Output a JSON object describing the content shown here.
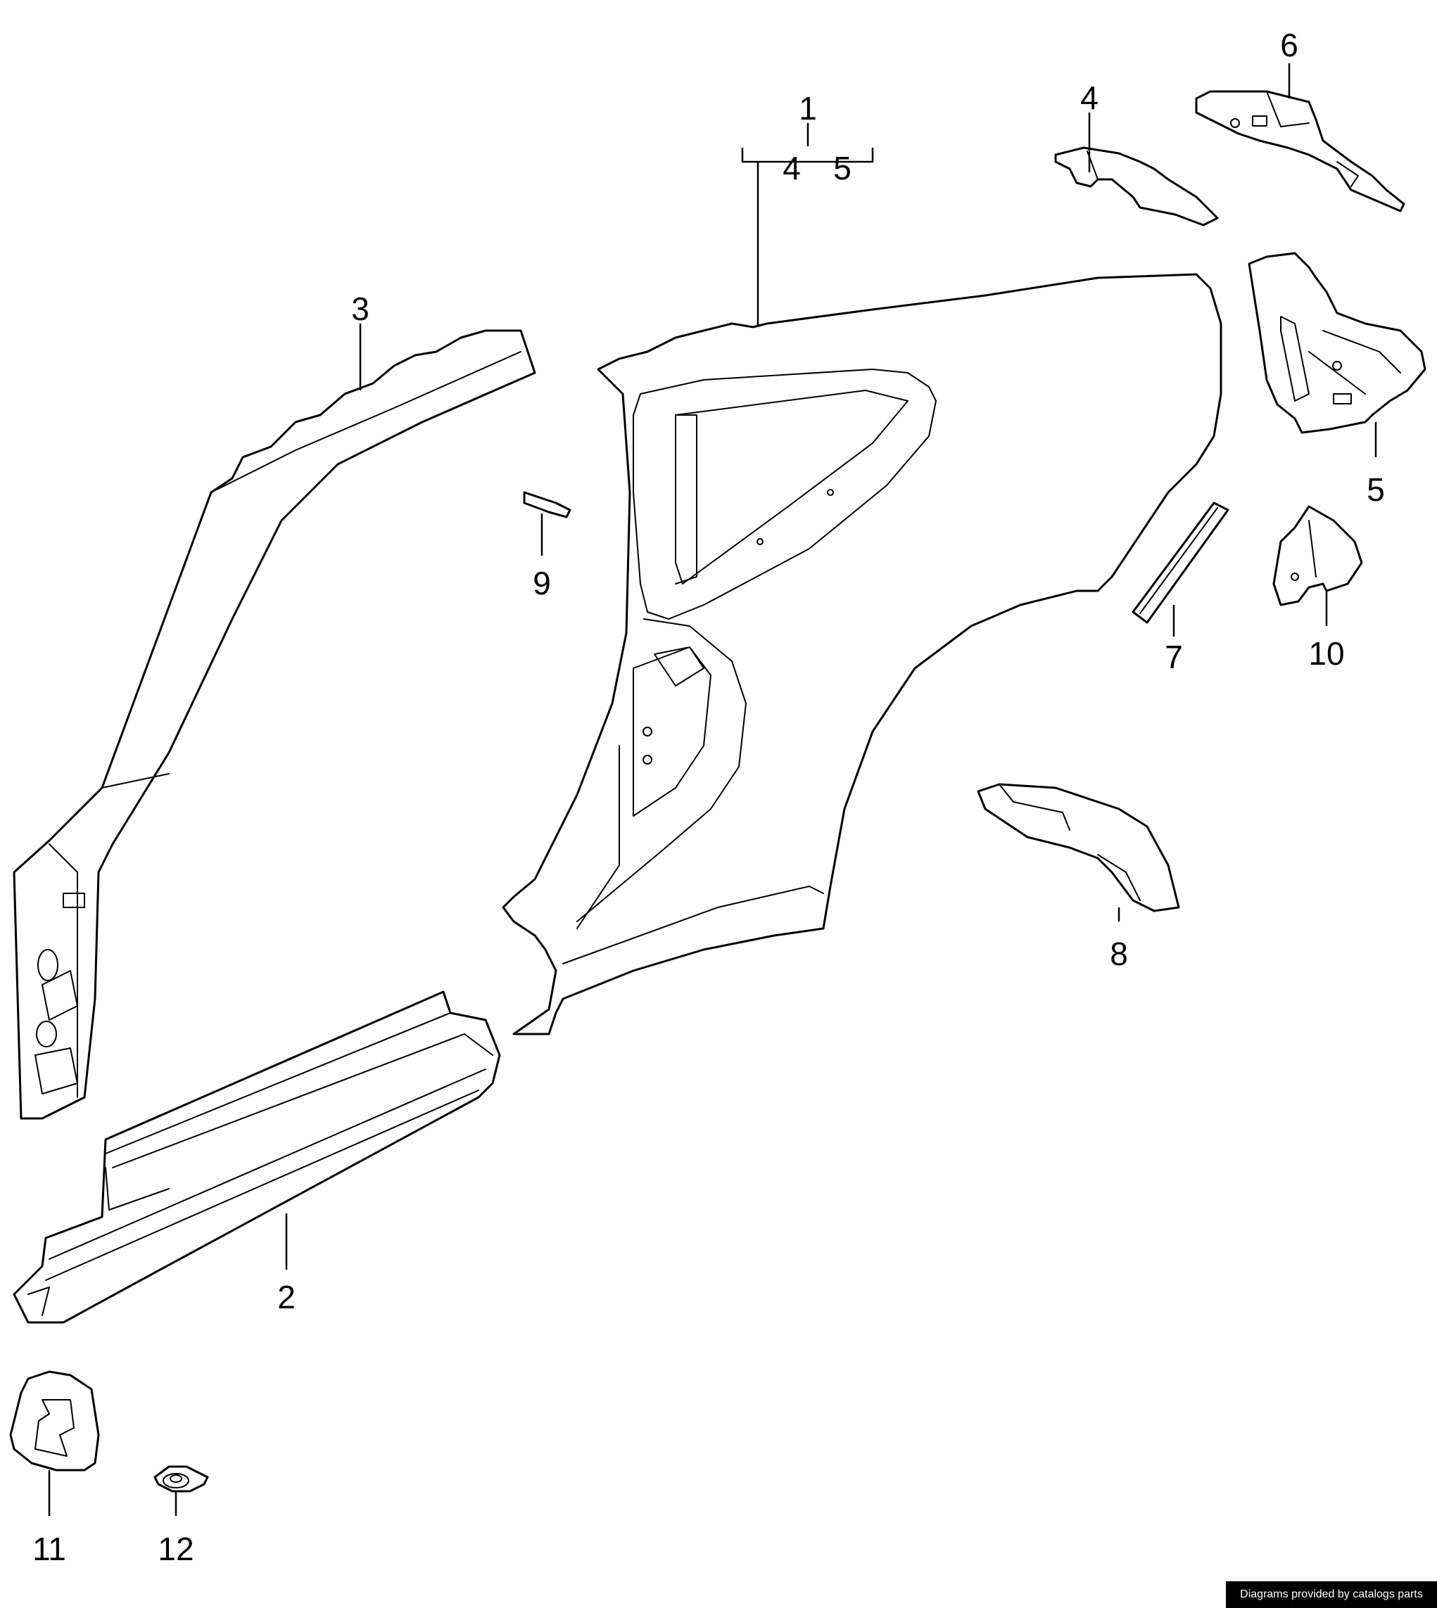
{
  "colors": {
    "line": "#000000",
    "background": "#ffffff",
    "credit_bg": "#000000",
    "credit_text": "#ffffff"
  },
  "callouts": {
    "c1": "1",
    "c1_sub_a": "4",
    "c1_sub_b": "5",
    "c2": "2",
    "c3": "3",
    "c4": "4",
    "c5": "5",
    "c6": "6",
    "c7": "7",
    "c8": "8",
    "c9": "9",
    "c10": "10",
    "c11": "11",
    "c12": "12"
  },
  "footer": {
    "credit": "Diagrams provided by catalogs parts"
  }
}
